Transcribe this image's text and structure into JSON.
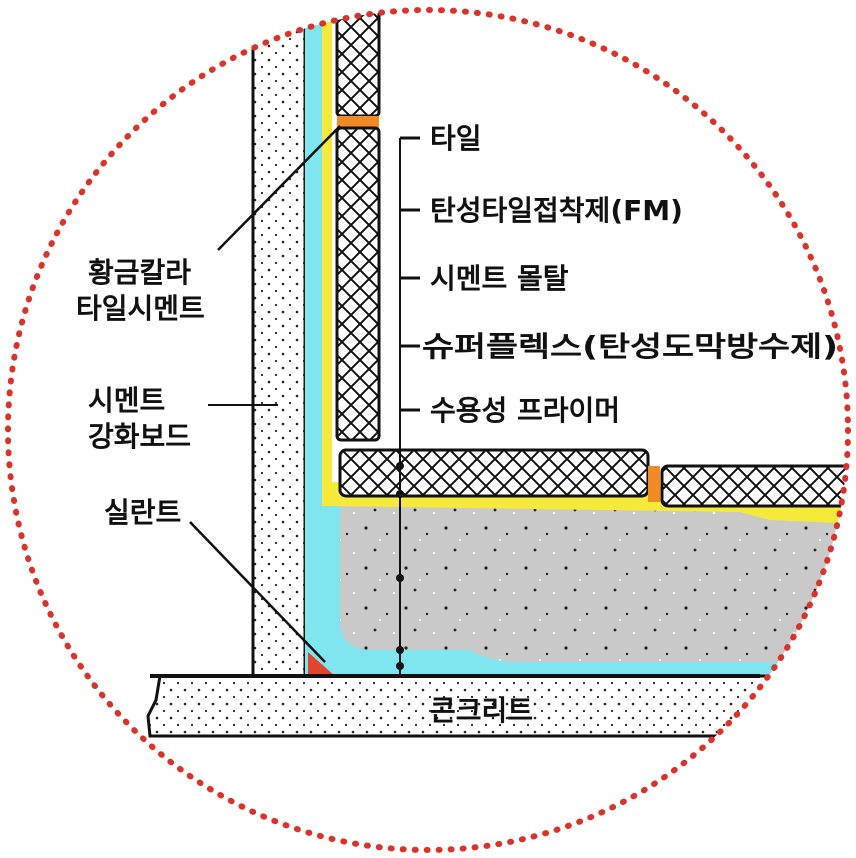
{
  "colors": {
    "circle_border": "#d9342b",
    "concrete_fill": "#c9c9c9",
    "waterproof_membrane": "#7fe6f0",
    "tile_adhesive": "#f5ea3a",
    "tile_grout": "#f08a24",
    "sealant": "#e0452e",
    "ink": "#111111"
  },
  "labels": {
    "tile": "타일",
    "tile_adhesive": "탄성타일접착제(FM)",
    "cement_mortar": "시멘트 몰탈",
    "waterproofing": "슈퍼플렉스(탄성도막방수제)",
    "primer": "수용성 프라이머",
    "tile_cement": [
      "황금칼라",
      "타일시멘트"
    ],
    "cement_board": [
      "시멘트",
      "강화보드"
    ],
    "sealant": "실란트",
    "concrete": "콘크리트"
  }
}
